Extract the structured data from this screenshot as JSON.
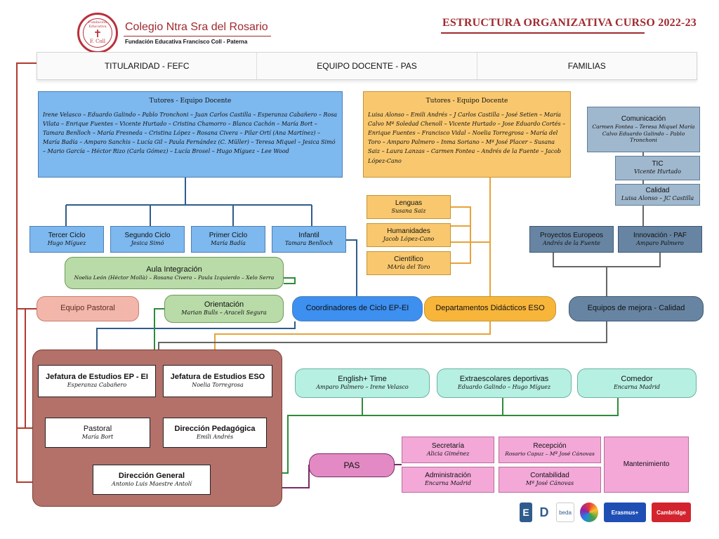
{
  "header": {
    "logo_top": "Fundación Educativa",
    "logo_bottom": "F. Coll",
    "school_name": "Colegio Ntra Sra del Rosario",
    "school_sub": "Fundación Educativa Francisco Coll - Paterna",
    "doc_title": "ESTRUCTURA ORGANIZATIVA CURSO 2022-23"
  },
  "topbar": {
    "col1": "TITULARIDAD - FEFC",
    "col2": "EQUIPO DOCENTE - PAS",
    "col3": "FAMILIAS"
  },
  "tutores_ep": {
    "title": "Tutores - Equipo Docente",
    "body": "Irene Velasco – Eduardo Galindo – Pablo Tronchoni – Juan Carlos Castilla – Esperanza Cabañero – Rosa Vilata – Enrique Fuentes – Vicente Hurtado – Cristina Chamorro – Blanca Cachón – María Bort – Tamara Benlloch – María Fresneda – Cristina López – Rosana Civera – Pilar Ortí (Ana Martínez) – María Badía – Amparo Sanchis – Lucía Gil – Paula Fernández (C. Müller) – Teresa Miquel – Jesica Simó – Mario García – Héctor Rizo (Carla Gómez) – Lucía Brosel – Hugo Míguez – Lee Wood"
  },
  "tutores_eso": {
    "title": "Tutores - Equipo Docente",
    "body": "Luisa Alonso – Emili Andrés – J Carlos Castilla – José Setien – María Calvo Mª Soledad Chenoll – Vicente Hurtado – Jose Eduardo Cortés – Enrique Fuentes – Francisco Vidal – Noelia Torregrosa – María del Toro – Amparo Palmero – Inma Soriano – Mª José Placer – Susana Saiz – Laura Lanzas – Carmen Fontea – Andrés de la Fuente – Jacob López-Cano"
  },
  "ciclos": [
    {
      "title": "Tercer Ciclo",
      "name": "Hugo Míguez"
    },
    {
      "title": "Segundo Ciclo",
      "name": "Jesica Simó"
    },
    {
      "title": "Primer Ciclo",
      "name": "María Badía"
    },
    {
      "title": "Infantil",
      "name": "Tamara Benlloch"
    }
  ],
  "departamentos": [
    {
      "title": "Lenguas",
      "name": "Susana Saiz"
    },
    {
      "title": "Humanidades",
      "name": "Jacob López-Cano"
    },
    {
      "title": "Científico",
      "name": "MAría del Toro"
    }
  ],
  "comision": {
    "comunicacion_title": "Comunicación",
    "comunicacion_names": "Carmen Fontea – Teresa Miquel María Calvo Eduardo Galindo – Pablo Tronchoni",
    "tic_title": "TIC",
    "tic_name": "Vicente Hurtado",
    "calidad_title": "Calidad",
    "calidad_name": "Luisa Alonso – JC Castilla"
  },
  "proyectos": {
    "title": "Proyectos Europeos",
    "name": "Andrés de la Fuente"
  },
  "innovacion": {
    "title": "Innovación - PAF",
    "name": "Amparo Palmero"
  },
  "aula_integracion": {
    "title": "Aula Integración",
    "name": "Noelia León (Héctor Mollà) – Rosana Civera – Paula Izquierdo – Xelo Serra"
  },
  "equipo_pastoral": {
    "title": "Equipo Pastoral"
  },
  "orientacion": {
    "title": "Orientación",
    "name": "Marian Bulls – Araceli Segura"
  },
  "coordinadores": {
    "title": "Coordinadores de Ciclo EP-EI"
  },
  "dept_didacticos": {
    "title": "Departamentos Didácticos ESO"
  },
  "equipos_mejora": {
    "title": "Equipos de mejora - Calidad"
  },
  "direccion": {
    "jefatura_ep_title": "Jefatura de Estudios EP - EI",
    "jefatura_ep_name": "Esperanza Cabañero",
    "jefatura_eso_title": "Jefatura de Estudios ESO",
    "jefatura_eso_name": "Noelia Torregrosa",
    "pastoral_title": "Pastoral",
    "pastoral_name": "María Bort",
    "pedagogica_title": "Dirección Pedagógica",
    "pedagogica_name": "Emili Andrés",
    "general_title": "Dirección General",
    "general_name": "Antonio Luis Maestre Antolí"
  },
  "servicios": [
    {
      "title": "English+ Time",
      "name": "Amparo Palmero – Irene Velasco"
    },
    {
      "title": "Extraescolares deportivas",
      "name": "Eduardo Galindo – Hugo Míguez"
    },
    {
      "title": "Comedor",
      "name": "Encarna Madrid"
    }
  ],
  "pas": {
    "title": "PAS"
  },
  "pas_items": {
    "secretaria_title": "Secretaría",
    "secretaria_name": "Alicia Giménez",
    "recepcion_title": "Recepción",
    "recepcion_name": "Rosario Capuz – Mª José Cánovas",
    "mantenimiento_title": "Mantenimiento",
    "administracion_title": "Administración",
    "administracion_name": "Encarna Madrid",
    "contabilidad_title": "Contabilidad",
    "contabilidad_name": "Mª José Cánovas"
  },
  "footer": {
    "logo1": "E",
    "logo2": "D",
    "logo3": "beda",
    "logo4": "Erasmus+",
    "logo5": "Cambridge"
  },
  "colors": {
    "brand_red": "#a02a2f",
    "blue": "#7db8ef",
    "orange": "#f9c86e",
    "steel": "#a0b8ce",
    "green": "#b9dba8",
    "mint": "#b6f0e2",
    "pink": "#f3a8d8",
    "red_panel": "#b3716a"
  }
}
